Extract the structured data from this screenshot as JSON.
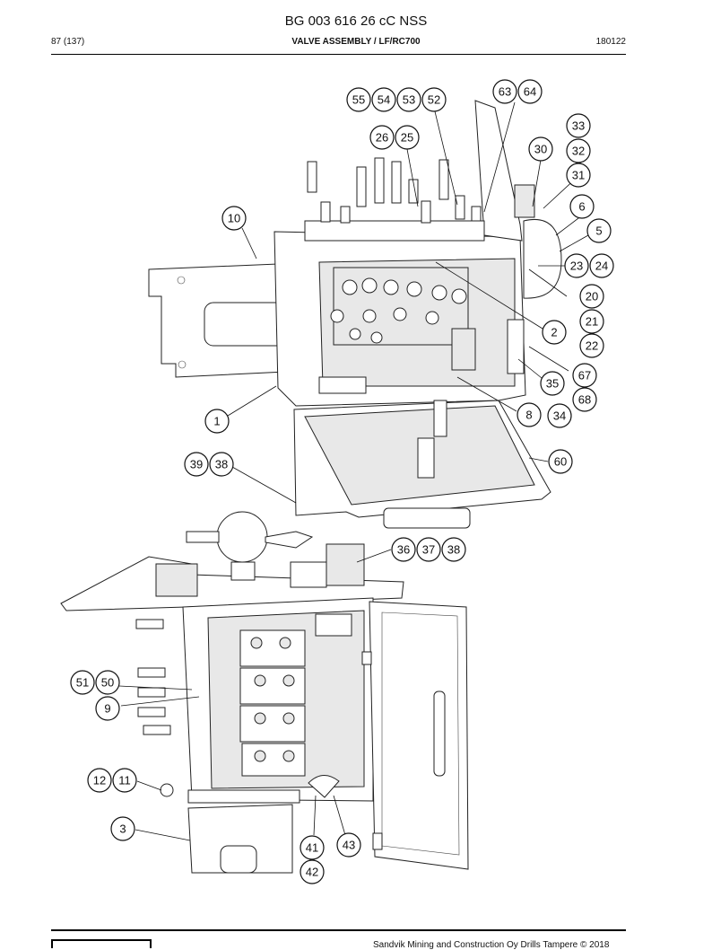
{
  "header": {
    "doc_number": "BG 003 616 26 cC NSS",
    "page": "87 (137)",
    "title": "VALVE ASSEMBLY / LF/RC700",
    "date": "180122"
  },
  "footer": {
    "copyright": "Sandvik Mining and Construction Oy Drills Tampere © 2018"
  },
  "callouts": [
    "55",
    "54",
    "53",
    "52",
    "63",
    "64",
    "33",
    "26",
    "25",
    "30",
    "32",
    "31",
    "6",
    "10",
    "5",
    "23",
    "24",
    "20",
    "2",
    "21",
    "22",
    "67",
    "35",
    "68",
    "8",
    "34",
    "1",
    "60",
    "39",
    "38",
    "36",
    "37",
    "38",
    "51",
    "50",
    "9",
    "12",
    "11",
    "3",
    "41",
    "43",
    "42"
  ]
}
